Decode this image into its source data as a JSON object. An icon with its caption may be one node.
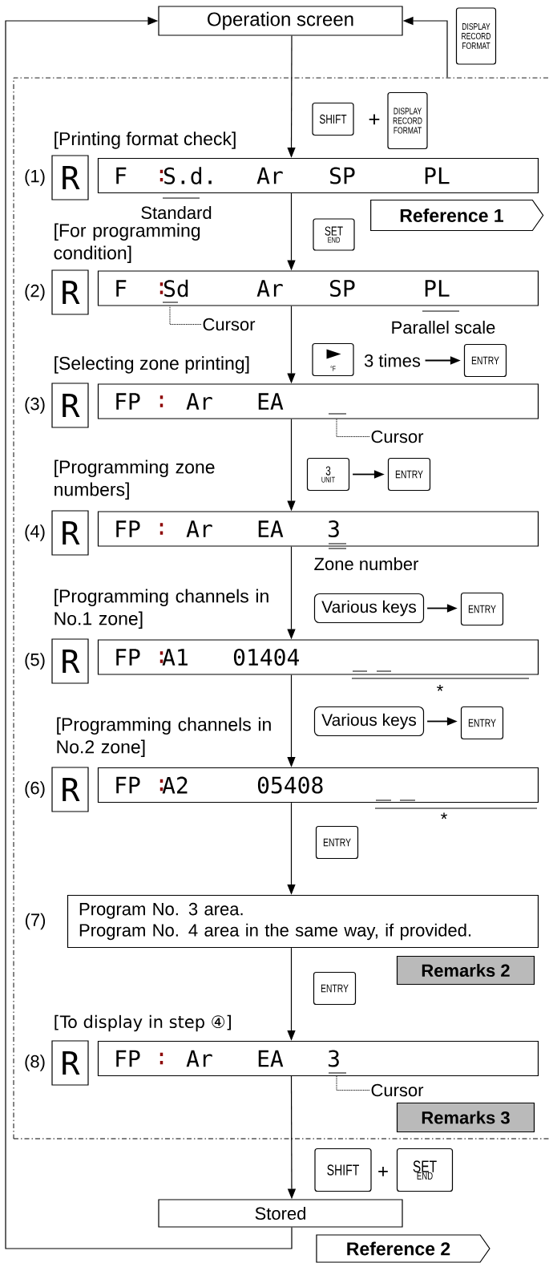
{
  "diagram": {
    "nodes": [
      {
        "text": [
          "Operation screen"
        ]
      },
      {
        "text": [],
        "shape": "box"
      },
      {
        "text": [
          "DISPLAY RECORD FORMAT"
        ]
      },
      {
        "text": [
          "SHIFT"
        ],
        "in": 1
      },
      {
        "text": [
          "DISPLAY RECORD FORMAT"
        ],
        "in": 1
      },
      {
        "text": [
          "R"
        ],
        "in": 1,
        "beside": [
          "(1)"
        ]
      },
      {
        "text": [
          "F",
          ":",
          "S.d.",
          "Ar",
          "SP",
          "PL"
        ],
        "in": 1
      },
      {
        "text": [
          "Reference 1"
        ],
        "in": 1
      },
      {
        "text": [
          "SET",
          "END"
        ],
        "in": 1
      },
      {
        "text": [
          "R"
        ],
        "in": 1,
        "beside": [
          "(2)"
        ]
      },
      {
        "text": [
          "F",
          ":",
          "Sd",
          "Ar",
          "SP",
          "PL"
        ],
        "in": 1
      },
      {
        "text": [
          "Cursor"
        ],
        "in": 1
      },
      {
        "text": [
          "°F"
        ],
        "in": 1
      },
      {
        "text": [
          "3 times"
        ],
        "in": 1
      },
      {
        "text": [
          "ENTRY"
        ],
        "in": 1
      },
      {
        "text": [
          "R"
        ],
        "in": 1,
        "beside": [
          "(3)"
        ]
      },
      {
        "text": [
          "FP",
          ":",
          "Ar",
          "EA"
        ],
        "in": 1
      },
      {
        "text": [
          "Cursor"
        ],
        "in": 1
      },
      {
        "text": [
          "3",
          "UNIT"
        ],
        "in": 1
      },
      {
        "text": [
          "ENTRY"
        ],
        "in": 1
      },
      {
        "text": [
          "R"
        ],
        "in": 1,
        "beside": [
          "(4)"
        ]
      },
      {
        "text": [
          "FP",
          ":",
          "Ar",
          "EA",
          "3"
        ],
        "in": 1
      },
      {
        "text": [
          "Various keys"
        ],
        "in": 1
      },
      {
        "text": [
          "ENTRY"
        ],
        "in": 1
      },
      {
        "text": [
          "R"
        ],
        "in": 1,
        "beside": [
          "(5)"
        ]
      },
      {
        "text": [
          "FP",
          ":",
          "A1",
          "01404"
        ],
        "in": 1,
        "beside": [
          "*"
        ]
      },
      {
        "text": [
          "Various keys"
        ],
        "in": 1
      },
      {
        "text": [
          "ENTRY"
        ],
        "in": 1
      },
      {
        "text": [
          "R"
        ],
        "in": 1,
        "beside": [
          "(6)"
        ]
      },
      {
        "text": [
          "FP",
          ":",
          "A2",
          "05408"
        ],
        "in": 1,
        "beside": [
          "*"
        ]
      },
      {
        "text": [
          "ENTRY"
        ],
        "in": 1
      },
      {
        "text": [
          "Program No. 3 area.",
          "Program No. 4 area in the same way, if provided."
        ],
        "in": 1,
        "beside": [
          "(7)"
        ]
      },
      {
        "text": [
          "Remarks 2"
        ],
        "in": 1
      },
      {
        "text": [
          "ENTRY"
        ],
        "in": 1
      },
      {
        "text": [
          "R"
        ],
        "in": 1,
        "beside": [
          "(8)"
        ]
      },
      {
        "text": [
          "FP",
          ":",
          "Ar",
          "EA",
          "3"
        ],
        "in": 1
      },
      {
        "text": [
          "Cursor"
        ],
        "in": 1
      },
      {
        "text": [
          "Remarks 3"
        ],
        "in": 1
      },
      {
        "text": [
          "SHIFT"
        ]
      },
      {
        "text": [
          "SET",
          "END"
        ]
      },
      {
        "text": [
          "Stored"
        ]
      },
      {
        "text": [
          "Reference 2"
        ]
      }
    ],
    "edges": [
      {
        "from": 1,
        "to": 0,
        "arrow": "to"
      },
      {
        "from": 0,
        "to": 6,
        "arrow": "to"
      },
      {
        "from": 6,
        "to": 10,
        "arrow": "to"
      },
      {
        "from": 10,
        "to": 16,
        "arrow": "to"
      },
      {
        "from": 16,
        "to": 21,
        "arrow": "to"
      },
      {
        "from": 21,
        "to": 25,
        "arrow": "to"
      },
      {
        "from": 25,
        "to": 29,
        "arrow": "to"
      },
      {
        "from": 29,
        "to": 31,
        "arrow": "to"
      },
      {
        "from": 31,
        "to": 35,
        "arrow": "to"
      },
      {
        "from": 35,
        "to": 40,
        "arrow": "to"
      },
      {
        "from": 40,
        "to": 0,
        "arrow": "to"
      },
      {
        "from": 13,
        "to": 14,
        "arrow": "to"
      },
      {
        "from": 18,
        "to": 19,
        "arrow": "to"
      },
      {
        "from": 22,
        "to": 23,
        "arrow": "to"
      },
      {
        "from": 26,
        "to": 27,
        "arrow": "to"
      },
      {
        "from": 11,
        "to": 10,
        "arrow": "none",
        "style": "dashed"
      },
      {
        "from": 17,
        "to": 16,
        "arrow": "none",
        "style": "dashed"
      },
      {
        "from": 36,
        "to": 35,
        "arrow": "none",
        "style": "dashed"
      }
    ],
    "labels": [
      "+",
      "[Printing format check]",
      "Standard",
      "[For programming condition]",
      "Parallel scale",
      "[Selecting zone printing]",
      "[Programming zone numbers]",
      "Zone number",
      "[Programming channels in No.1 zone]",
      "[Programming channels in No.2 zone]",
      "[To display in step ④]",
      "+"
    ]
  }
}
